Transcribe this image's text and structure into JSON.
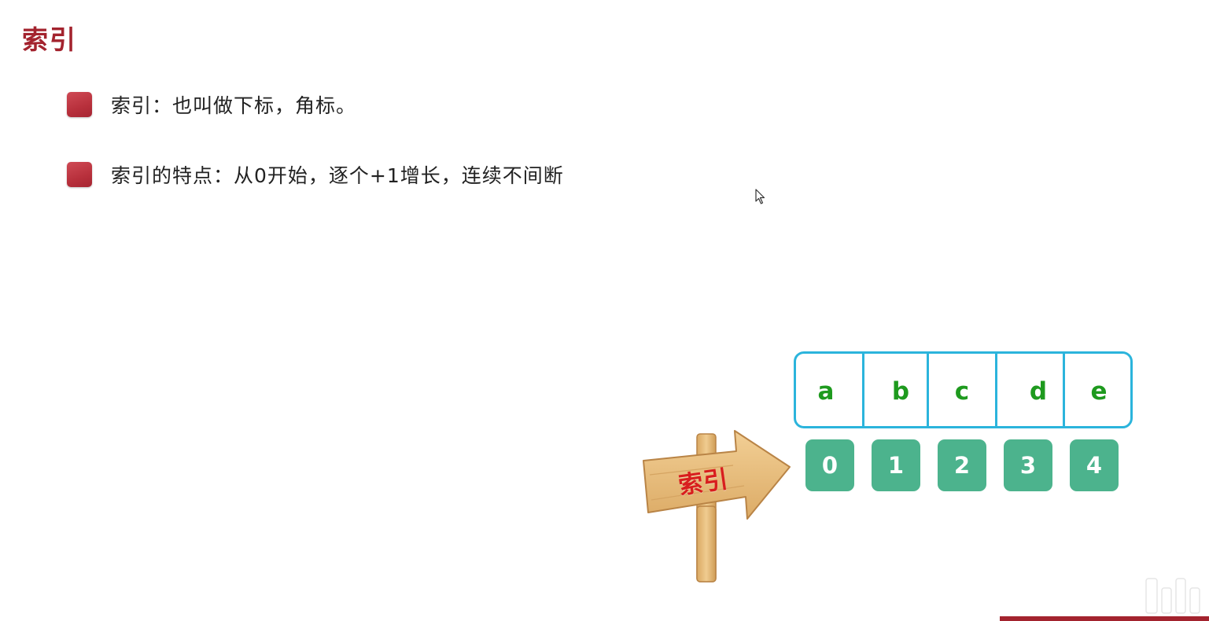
{
  "slide": {
    "title": "索引",
    "bullets": [
      {
        "text": "索引：也叫做下标，角标。"
      },
      {
        "text": "索引的特点：从0开始，逐个+1增长，连续不间断"
      }
    ]
  },
  "diagram": {
    "elements": [
      "a",
      "b",
      "c",
      "d",
      "e"
    ],
    "indices": [
      "0",
      "1",
      "2",
      "3",
      "4"
    ],
    "signpost_label": "索引"
  },
  "colors": {
    "title": "#a3232e",
    "bullet_marker": "#b8303c",
    "array_border": "#2bb4dc",
    "element_text": "#1e9a1e",
    "index_tile": "#4cb38d",
    "sign_wood": "#e9bf7f",
    "sign_text": "#d81e1e"
  },
  "icons": {
    "cursor": "mouse-pointer-icon",
    "signpost": "wooden-arrow-sign-icon",
    "watermark": "bilibili-logo-icon"
  }
}
